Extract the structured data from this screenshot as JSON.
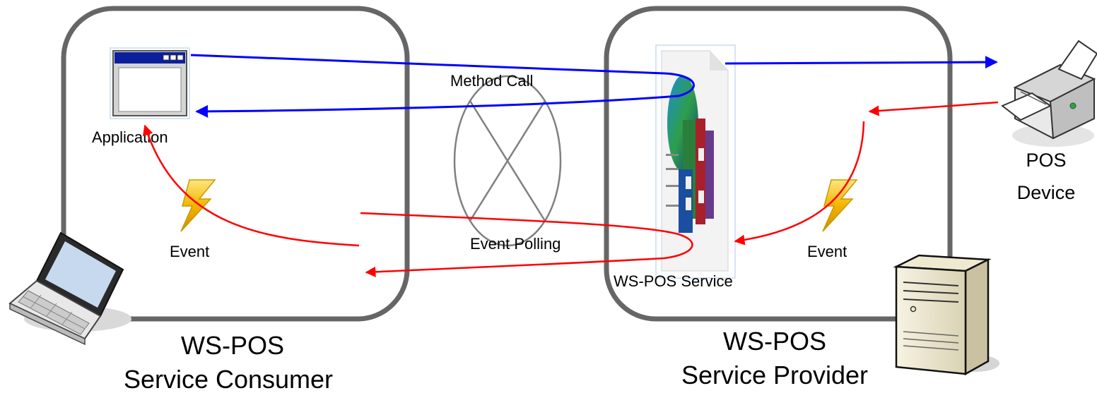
{
  "consumer": {
    "title_line1": "WS-POS",
    "title_line2": "Service Consumer",
    "application_label": "Application",
    "event_label": "Event"
  },
  "provider": {
    "title_line1": "WS-POS",
    "title_line2": "Service Provider",
    "service_label": "WS-POS Service",
    "event_label": "Event"
  },
  "device": {
    "label_line1": "POS",
    "label_line2": "Device"
  },
  "middle": {
    "method_call_label": "Method Call",
    "event_polling_label": "Event Polling"
  },
  "colors": {
    "box_border": "#666666",
    "method_arrow": "#0000ff",
    "event_arrow": "#ff0000",
    "crossed_ellipse": "#808080"
  }
}
